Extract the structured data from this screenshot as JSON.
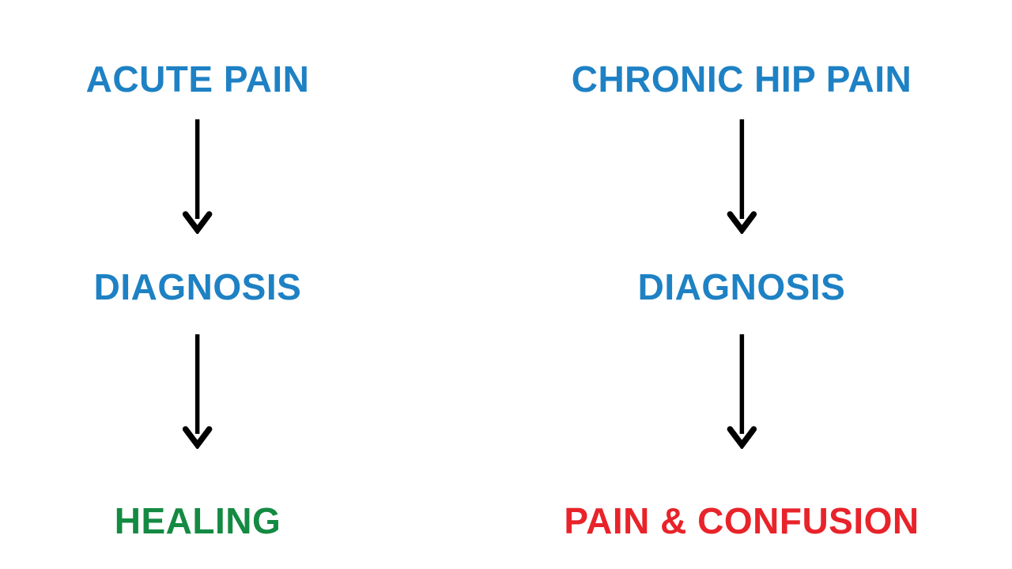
{
  "diagram": {
    "background": "#ffffff",
    "colors": {
      "primary_blue": "#1E81C4",
      "healing_green": "#148A43",
      "pain_red": "#E8232A",
      "arrow_black": "#000000"
    },
    "icons": {
      "arrow": "down-arrow"
    },
    "flows": [
      {
        "name": "acute-pain-flow",
        "steps": [
          {
            "label": "ACUTE PAIN",
            "color": "#1E81C4"
          },
          {
            "label": "DIAGNOSIS",
            "color": "#1E81C4"
          },
          {
            "label": "HEALING",
            "color": "#148A43"
          }
        ]
      },
      {
        "name": "chronic-hip-pain-flow",
        "steps": [
          {
            "label": "CHRONIC HIP PAIN",
            "color": "#1E81C4"
          },
          {
            "label": "DIAGNOSIS",
            "color": "#1E81C4"
          },
          {
            "label": "PAIN & CONFUSION",
            "color": "#E8232A"
          }
        ]
      }
    ]
  }
}
